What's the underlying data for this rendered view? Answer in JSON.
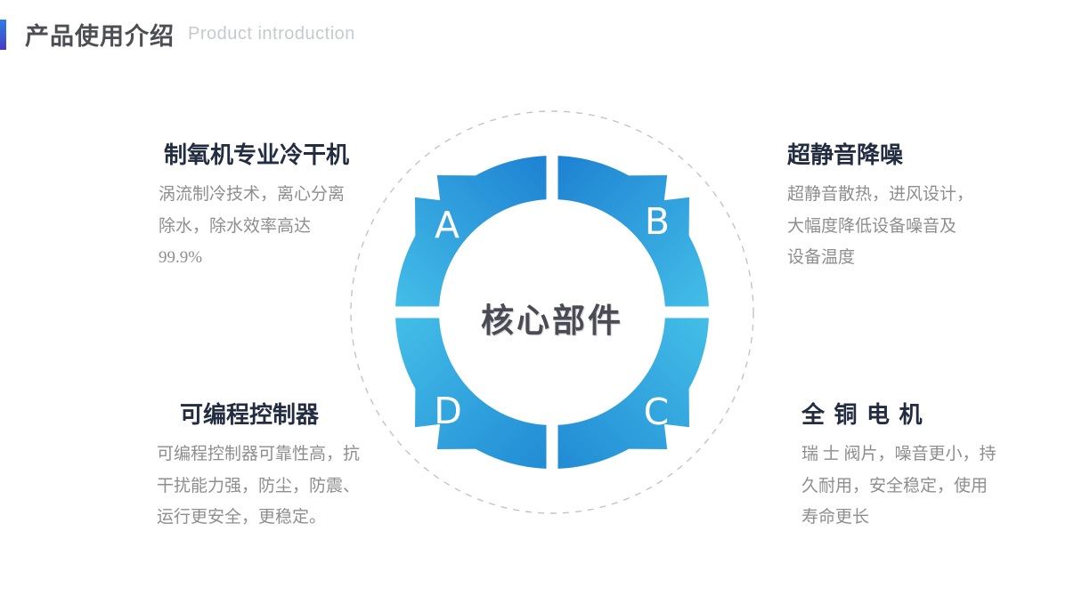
{
  "header": {
    "title": "产品使用介绍",
    "subtitle": "Product introduction"
  },
  "diagram": {
    "center_label": "核心部件",
    "letters": [
      "A",
      "B",
      "C",
      "D"
    ]
  },
  "blocks": {
    "top_left": {
      "heading": "制氧机专业冷干机",
      "lines": [
        "涡流制冷技术，离心分离",
        "除水，除水效率高达",
        "99.9%"
      ]
    },
    "top_right": {
      "heading": "超静音降噪",
      "lines": [
        "超静音散热，进风设计，",
        "大幅度降低设备噪音及",
        "设备温度"
      ]
    },
    "bottom_left": {
      "heading": "可编程控制器",
      "lines": [
        "可编程控制器可靠性高，抗",
        "干扰能力强，防尘，防震、",
        "运行更安全，更稳定。"
      ]
    },
    "bottom_right": {
      "heading": "全 铜 电 机",
      "lines": [
        "瑞 士 阀片，噪音更小，持",
        "久耐用，安全稳定，使用",
        "寿命更长"
      ]
    }
  },
  "colors": {
    "accent_bar_top": "#2f7de2",
    "accent_bar_bottom": "#4a36c4",
    "ring_light": "#46c1e9",
    "ring_dark_top": "#1b7ed1",
    "ring_dark_bottom": "#1f88d3",
    "dashed_circle": "#c4c4c4",
    "heading_text": "#232d41",
    "body_text": "#8e8e8e",
    "center_text": "#4b4b55"
  }
}
